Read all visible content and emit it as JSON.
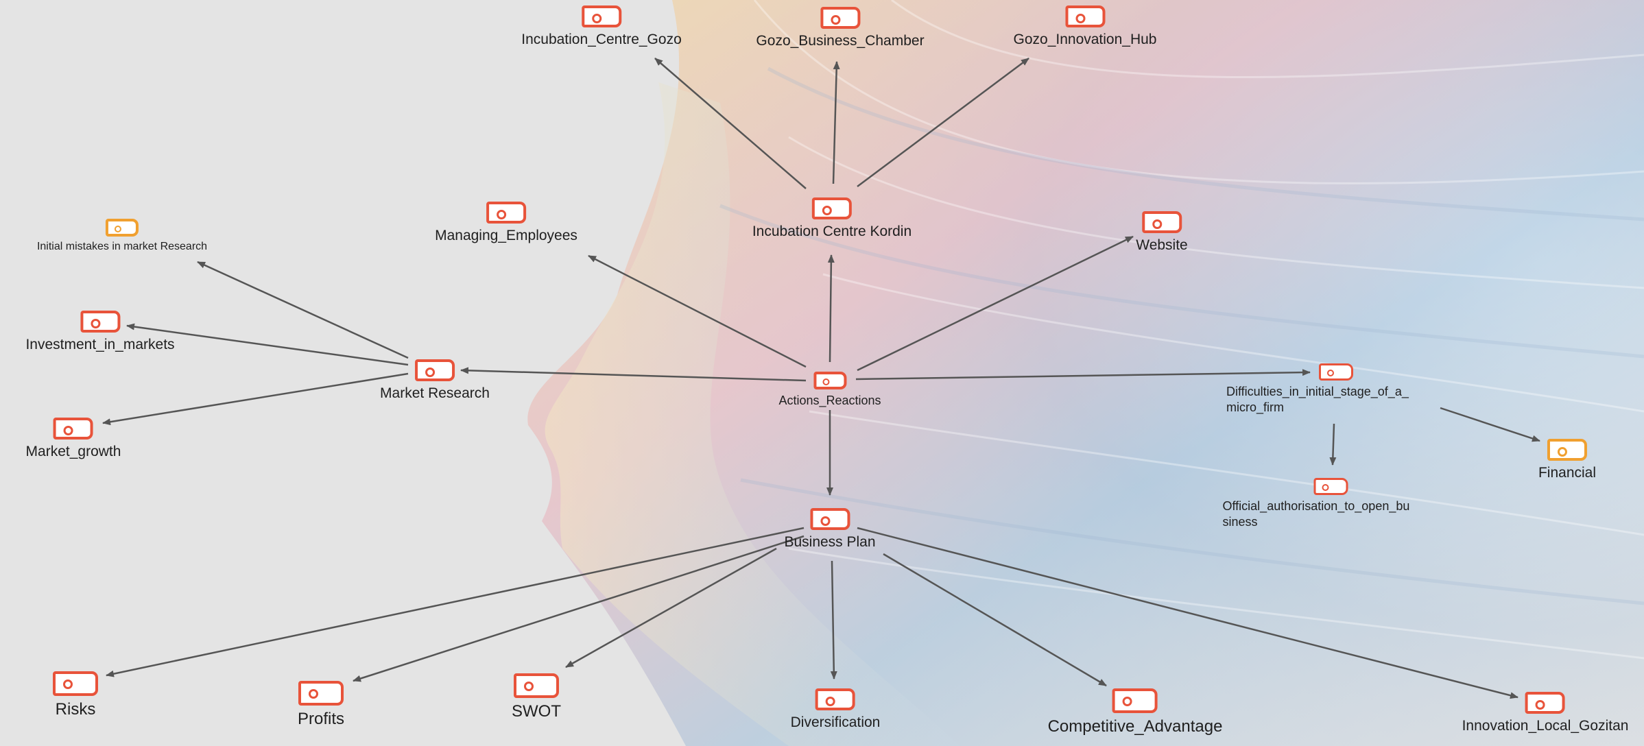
{
  "diagram": {
    "nodes": [
      {
        "id": "incubation_centre_gozo",
        "label": "Incubation_Centre_Gozo"
      },
      {
        "id": "gozo_business_chamber",
        "label": "Gozo_Business_Chamber"
      },
      {
        "id": "gozo_innovation_hub",
        "label": "Gozo_Innovation_Hub"
      },
      {
        "id": "incubation_centre_kordin",
        "label": "Incubation Centre Kordin"
      },
      {
        "id": "managing_employees",
        "label": "Managing_Employees"
      },
      {
        "id": "website",
        "label": "Website"
      },
      {
        "id": "initial_mistakes",
        "label": "Initial mistakes in market Research"
      },
      {
        "id": "investment_in_markets",
        "label": "Investment_in_markets"
      },
      {
        "id": "market_research",
        "label": "Market Research"
      },
      {
        "id": "market_growth",
        "label": "Market_growth"
      },
      {
        "id": "actions_reactions",
        "label": "Actions_Reactions"
      },
      {
        "id": "difficulties",
        "label": "Difficulties_in_initial_stage_of_a_ micro_firm"
      },
      {
        "id": "financial",
        "label": "Financial"
      },
      {
        "id": "official_authorisation",
        "label": "Official_authorisation_to_open_bu siness"
      },
      {
        "id": "business_plan",
        "label": "Business Plan"
      },
      {
        "id": "risks",
        "label": "Risks"
      },
      {
        "id": "profits",
        "label": "Profits"
      },
      {
        "id": "swot",
        "label": "SWOT"
      },
      {
        "id": "diversification",
        "label": "Diversification"
      },
      {
        "id": "competitive_advantage",
        "label": "Competitive_Advantage"
      },
      {
        "id": "innovation_local_gozitan",
        "label": "Innovation_Local_Gozitan"
      }
    ],
    "edges": [
      {
        "from": "incubation_centre_kordin",
        "to": "incubation_centre_gozo"
      },
      {
        "from": "incubation_centre_kordin",
        "to": "gozo_business_chamber"
      },
      {
        "from": "incubation_centre_kordin",
        "to": "gozo_innovation_hub"
      },
      {
        "from": "actions_reactions",
        "to": "incubation_centre_kordin"
      },
      {
        "from": "actions_reactions",
        "to": "managing_employees"
      },
      {
        "from": "actions_reactions",
        "to": "website"
      },
      {
        "from": "actions_reactions",
        "to": "market_research"
      },
      {
        "from": "actions_reactions",
        "to": "difficulties"
      },
      {
        "from": "actions_reactions",
        "to": "business_plan"
      },
      {
        "from": "market_research",
        "to": "initial_mistakes"
      },
      {
        "from": "market_research",
        "to": "investment_in_markets"
      },
      {
        "from": "market_research",
        "to": "market_growth"
      },
      {
        "from": "difficulties",
        "to": "financial"
      },
      {
        "from": "difficulties",
        "to": "official_authorisation"
      },
      {
        "from": "business_plan",
        "to": "risks"
      },
      {
        "from": "business_plan",
        "to": "profits"
      },
      {
        "from": "business_plan",
        "to": "swot"
      },
      {
        "from": "business_plan",
        "to": "diversification"
      },
      {
        "from": "business_plan",
        "to": "competitive_advantage"
      },
      {
        "from": "business_plan",
        "to": "innovation_local_gozitan"
      }
    ],
    "colors": {
      "node_border": "#e8533a",
      "node_border_alt": "#f0a030",
      "edge": "#555555",
      "background": "#e4e4e4"
    },
    "icons": {
      "node": "code-tag-icon"
    }
  }
}
